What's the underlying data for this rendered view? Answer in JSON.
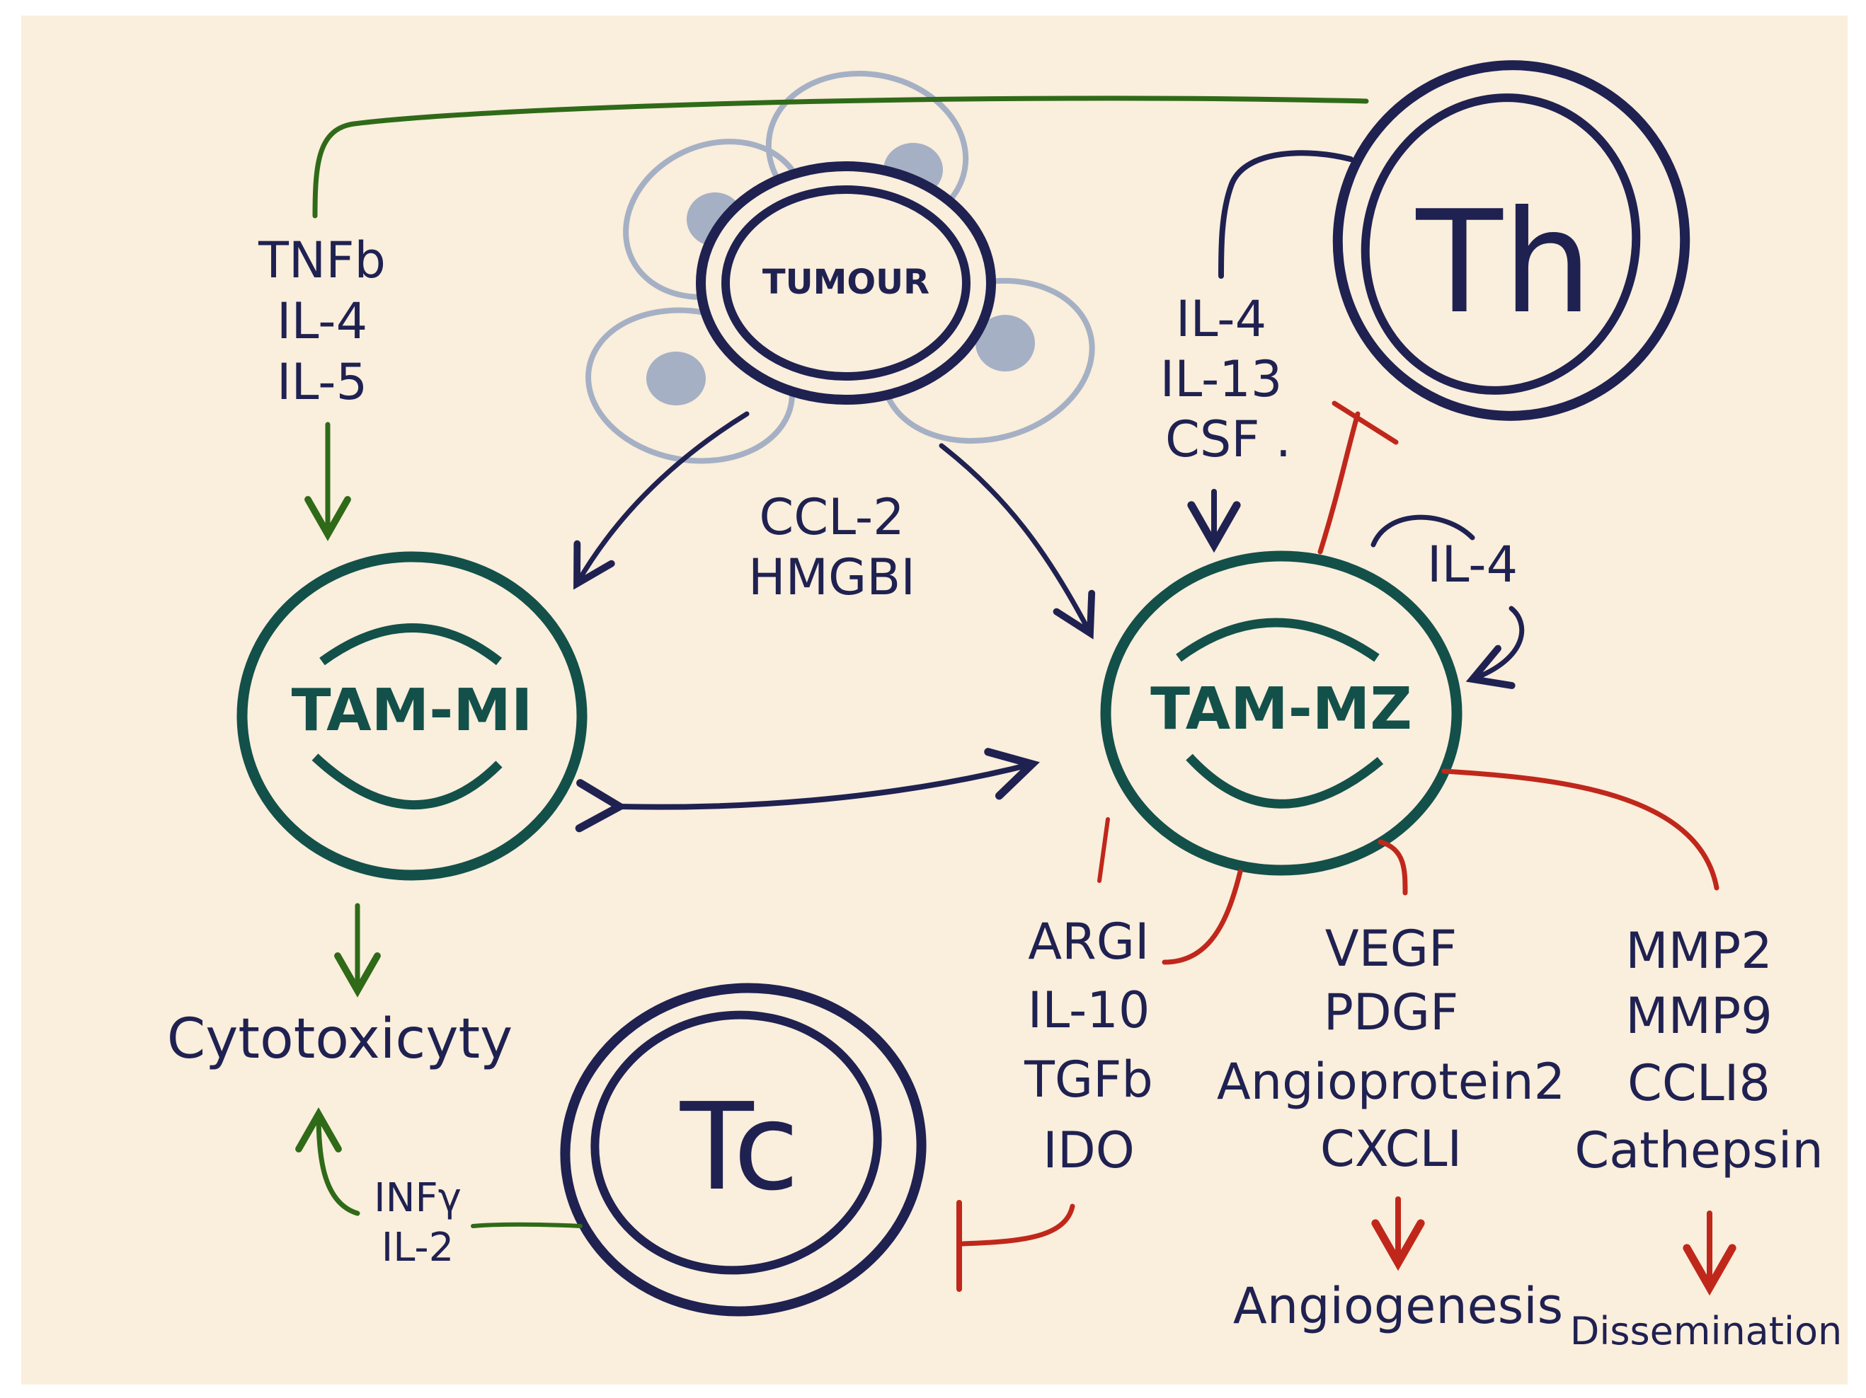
{
  "colors": {
    "background": "#faeedc",
    "navy": "#1f2151",
    "teal": "#13504a",
    "green": "#2f6a18",
    "red": "#c0271b",
    "tumour_grey": "#a5b0c4"
  },
  "nodes": {
    "tumour": "TUMOUR",
    "th": "Th",
    "tam_m1": "TAM-MI",
    "tam_m2": "TAM-MZ",
    "tc": "Tc"
  },
  "labels": {
    "tnfb_group": [
      "TNFb",
      "IL-4",
      "IL-5"
    ],
    "th_group": [
      "IL-4",
      "IL-13",
      "CSF ."
    ],
    "ccl2_group": [
      "CCL-2",
      "HMGBI"
    ],
    "il4_loop": "IL-4",
    "cytotoxicity": "Cytotoxicyty",
    "inf_group": [
      "INFγ",
      "IL-2"
    ],
    "arg_group": [
      "ARGI",
      "IL-10",
      "TGFb",
      "IDO"
    ],
    "vegf_group": [
      "VEGF",
      "PDGF",
      "Angioprotein2",
      "CXCLI"
    ],
    "mmp_group": [
      "MMP2",
      "MMP9",
      "CCLI8",
      "Cathepsin"
    ],
    "angiogenesis": "Angiogenesis",
    "dissemination": "Dissemination"
  }
}
